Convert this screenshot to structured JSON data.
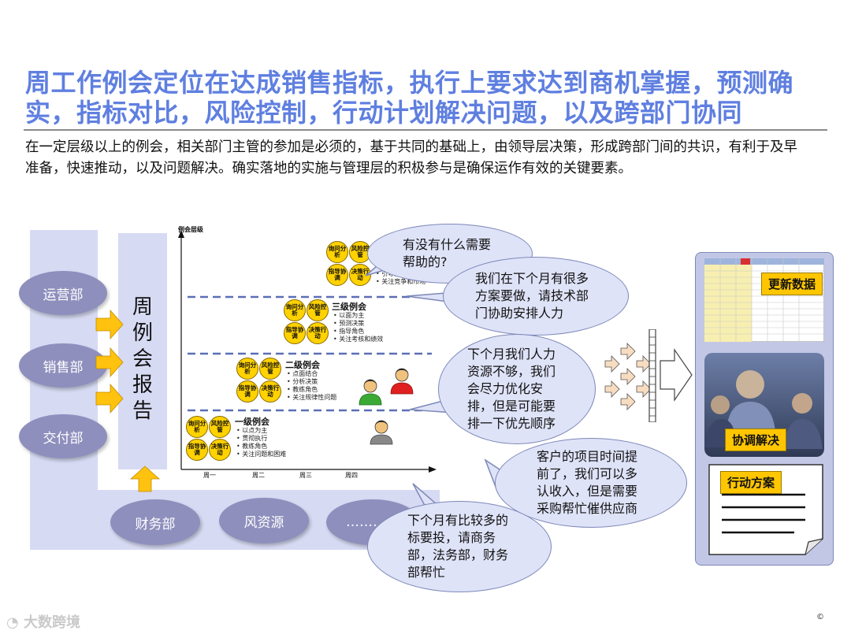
{
  "header": {
    "title": "周工作例会定位在达成销售指标，执行上要求达到商机掌握，预测确实，指标对比，风险控制，行动计划解决问题，以及跨部门协同",
    "intro": "在一定层级以上的例会，相关部门主管的参加是必须的，基于共同的基础上，由领导层决策，形成跨部门间的共识，有利于及早准备，快速推动，以及问题解决。确实落地的实施与管理层的积极参与是确保运作有效的关键要素。"
  },
  "departments_left": [
    "运营部",
    "销售部",
    "交付部"
  ],
  "departments_bottom": [
    "财务部",
    "风资源",
    "…………"
  ],
  "weekly_report": [
    "周",
    "例",
    "会",
    "报",
    "告"
  ],
  "chart": {
    "y_label": "例会层级",
    "weeks": [
      "周一",
      "周二",
      "周三",
      "周四"
    ],
    "petals": [
      "询问分析",
      "风险控管",
      "指导协调",
      "决策行动"
    ],
    "levels": [
      {
        "name": "一级例会",
        "bullets": [
          "以点为主",
          "贯彻执行",
          "教练角色",
          "关注问题和困难"
        ]
      },
      {
        "name": "二级例会",
        "bullets": [
          "点面结合",
          "分析决策",
          "教练角色",
          "关注规律性问题"
        ]
      },
      {
        "name": "三级例会",
        "bullets": [
          "以面为主",
          "预测决策",
          "指导角色",
          "关注考核和绩效"
        ]
      },
      {
        "name": "",
        "bullets": [
          "引导角色",
          "关注竞争和市场"
        ]
      }
    ]
  },
  "bubbles": [
    "有没有什么需要帮助的?",
    "我们在下个月有很多方案要做，请技术部门协助安排人力",
    "下个月我们人力资源不够，我们会尽力优化安排，但是可能要排一下优先顺序",
    "客户的项目时间提前了，我们可以多认收入，但是需要采购帮忙催供应商",
    "下个月有比较多的标要投，请商务部，法务部，财务部帮忙"
  ],
  "right_panel": {
    "update_label": "更新数据",
    "coordinate_label": "协调解决",
    "action_label": "行动方案"
  },
  "footer": {
    "watermark": "大数跨境",
    "copyright": "©"
  },
  "colors": {
    "title": "#5f7fe0",
    "band": "#d7daf3",
    "department": "#8e8fbd",
    "arrow": "#ffc20e",
    "petal": "#ffd200",
    "bubble": "#dfe3f8",
    "dashed_line": "#5b6fb5"
  }
}
